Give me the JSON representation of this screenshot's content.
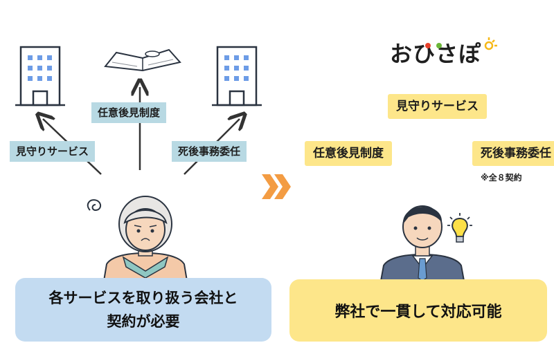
{
  "left": {
    "tags": {
      "mimamori": "見守りサービス",
      "ninikoken": "任意後見制度",
      "shigo": "死後事務委任"
    },
    "caption_line1": "各サービスを取り扱う会社と",
    "caption_line2": "契約が必要"
  },
  "right": {
    "logo": "おひさぽ",
    "tags": {
      "mimamori": "見守りサービス",
      "ninikoken": "任意後見制度",
      "shigo": "死後事務委任"
    },
    "note": "※全８契約",
    "caption": "弊社で一貫して対応可能"
  },
  "colors": {
    "tag_blue": "#b8d9e3",
    "tag_yellow": "#fde68a",
    "caption_blue": "#c3dbf1",
    "caption_yellow": "#fde68a",
    "chevron": "#f39c43",
    "logo_dark": "#111111",
    "logo_yellow": "#f6b817",
    "logo_red": "#e8402a",
    "logo_green": "#6bb638"
  }
}
